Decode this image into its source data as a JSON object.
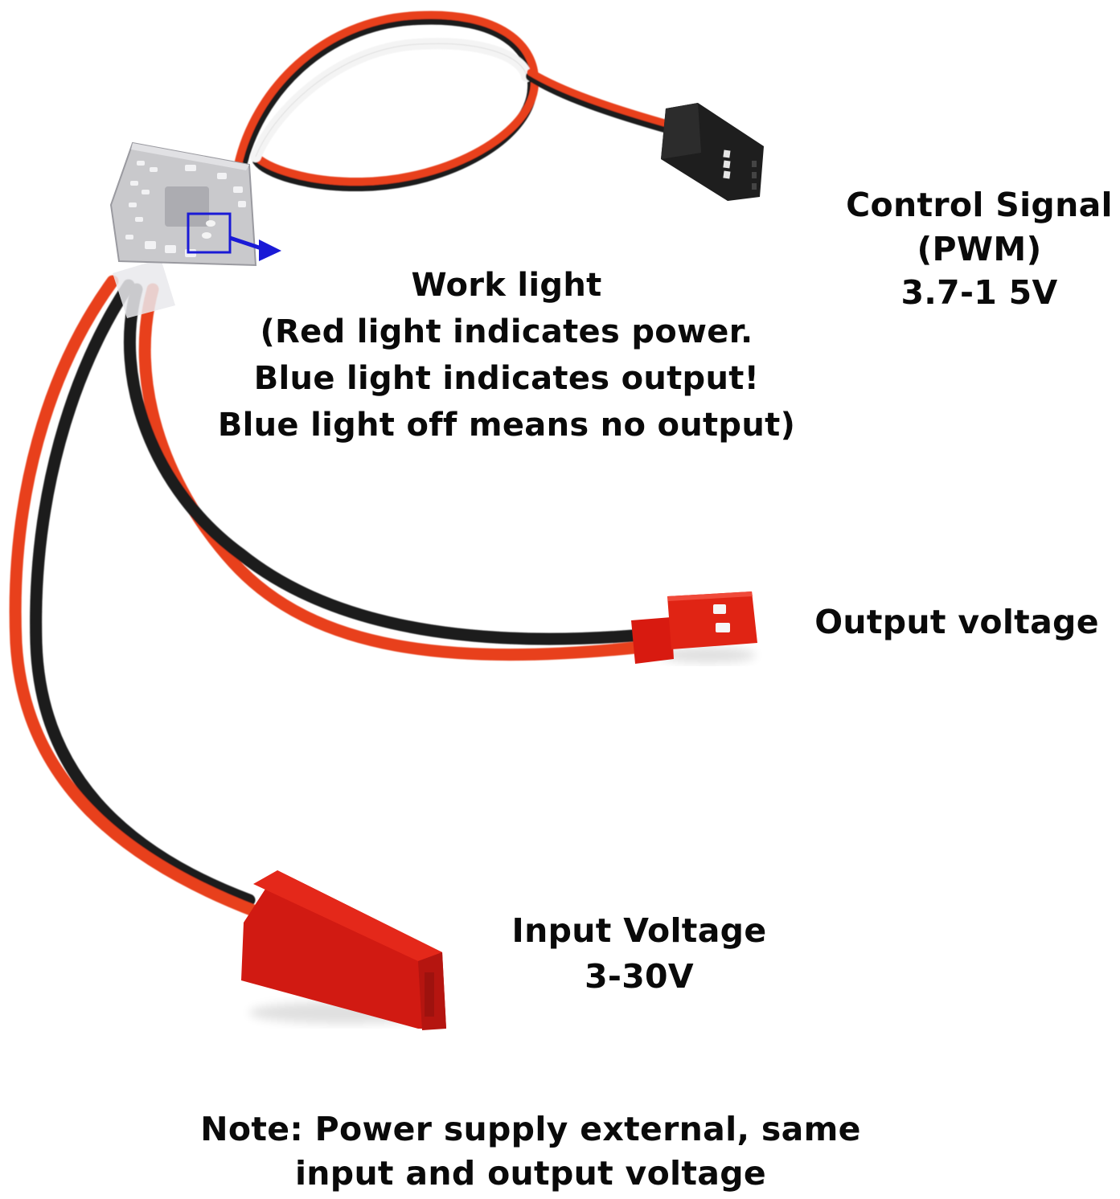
{
  "labels": {
    "control_signal": {
      "title": "Control Signal",
      "subtitle": "(PWM)",
      "range": "3.7-1 5V"
    },
    "work_light": {
      "title": "Work light",
      "lines": [
        "(Red light indicates power.",
        "Blue light indicates output!",
        "Blue light off means no output)"
      ]
    },
    "output_voltage": {
      "title": "Output voltage"
    },
    "input_voltage": {
      "title": "Input Voltage",
      "range": "3-30V"
    },
    "note": {
      "lines": [
        "Note: Power supply external, same",
        "input and output voltage"
      ]
    }
  },
  "colors": {
    "wire_red": "#e8401c",
    "wire_black": "#1b1b1b",
    "wire_white": "#f4f4f4",
    "jst_red": "#d81a10",
    "servo_black": "#1e1e1e",
    "pcb_silver": "#c9c9cc",
    "highlight_blue": "#1a1ad6",
    "text": "#0a0a0a"
  }
}
